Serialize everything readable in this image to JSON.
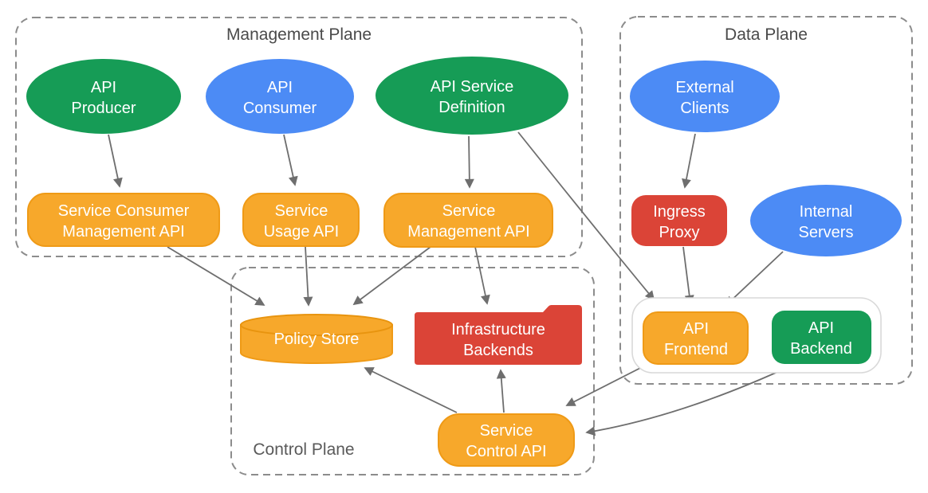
{
  "diagram_title": "",
  "colors": {
    "green": "#169C56",
    "blue": "#4C8BF5",
    "orange": "#F7A82B",
    "orange_stroke": "#EF9A16",
    "orange_top_stroke": "#E8940F",
    "red": "#DB4437",
    "line": "#6E6E6E",
    "dash_border": "#8C8C8C",
    "group_border": "#D9D9D9",
    "title_text": "#4A4A4A",
    "node_text": "#FFFFFF"
  },
  "planes": {
    "management": {
      "title": "Management Plane"
    },
    "data": {
      "title": "Data Plane"
    },
    "control": {
      "title": "Control Plane"
    }
  },
  "nodes": {
    "api_producer": {
      "shape": "ellipse",
      "color": "green",
      "lines": [
        "API",
        "Producer"
      ]
    },
    "api_consumer": {
      "shape": "ellipse",
      "color": "blue",
      "lines": [
        "API",
        "Consumer"
      ]
    },
    "api_service_definition": {
      "shape": "ellipse",
      "color": "green",
      "lines": [
        "API Service",
        "Definition"
      ]
    },
    "service_consumer_management_api": {
      "shape": "rounded-rect",
      "color": "orange",
      "lines": [
        "Service Consumer",
        "Management API"
      ]
    },
    "service_usage_api": {
      "shape": "rounded-rect",
      "color": "orange",
      "lines": [
        "Service",
        "Usage API"
      ]
    },
    "service_management_api": {
      "shape": "rounded-rect",
      "color": "orange",
      "lines": [
        "Service",
        "Management API"
      ]
    },
    "external_clients": {
      "shape": "ellipse",
      "color": "blue",
      "lines": [
        "External",
        "Clients"
      ]
    },
    "ingress_proxy": {
      "shape": "rounded-rect",
      "color": "red",
      "lines": [
        "Ingress",
        "Proxy"
      ]
    },
    "internal_servers": {
      "shape": "ellipse",
      "color": "blue",
      "lines": [
        "Internal",
        "Servers"
      ]
    },
    "api_frontend": {
      "shape": "rounded-rect",
      "color": "orange",
      "lines": [
        "API",
        "Frontend"
      ]
    },
    "api_backend": {
      "shape": "rounded-rect",
      "color": "green",
      "lines": [
        "API",
        "Backend"
      ]
    },
    "policy_store": {
      "shape": "cylinder",
      "color": "orange",
      "lines": [
        "Policy Store"
      ]
    },
    "infrastructure_backends": {
      "shape": "folder",
      "color": "red",
      "lines": [
        "Infrastructure",
        "Backends"
      ]
    },
    "service_control_api": {
      "shape": "rounded-rect",
      "color": "orange",
      "lines": [
        "Service",
        "Control API"
      ]
    }
  },
  "edges": [
    {
      "from": "API Producer",
      "to": "Service Consumer Management API"
    },
    {
      "from": "API Consumer",
      "to": "Service Usage API"
    },
    {
      "from": "API Service Definition",
      "to": "Service Management API"
    },
    {
      "from": "API Service Definition",
      "to": "API Frontend"
    },
    {
      "from": "Service Consumer Management API",
      "to": "Policy Store"
    },
    {
      "from": "Service Usage API",
      "to": "Policy Store"
    },
    {
      "from": "Service Management API",
      "to": "Policy Store"
    },
    {
      "from": "Service Management API",
      "to": "Infrastructure Backends"
    },
    {
      "from": "External Clients",
      "to": "Ingress Proxy"
    },
    {
      "from": "Ingress Proxy",
      "to": "API Frontend"
    },
    {
      "from": "Internal Servers",
      "to": "API Frontend"
    },
    {
      "from": "API Frontend",
      "to": "API Backend"
    },
    {
      "from": "API Frontend",
      "to": "Service Control API"
    },
    {
      "from": "API Backend",
      "to": "Service Control API"
    },
    {
      "from": "Service Control API",
      "to": "Policy Store"
    },
    {
      "from": "Service Control API",
      "to": "Infrastructure Backends"
    }
  ]
}
